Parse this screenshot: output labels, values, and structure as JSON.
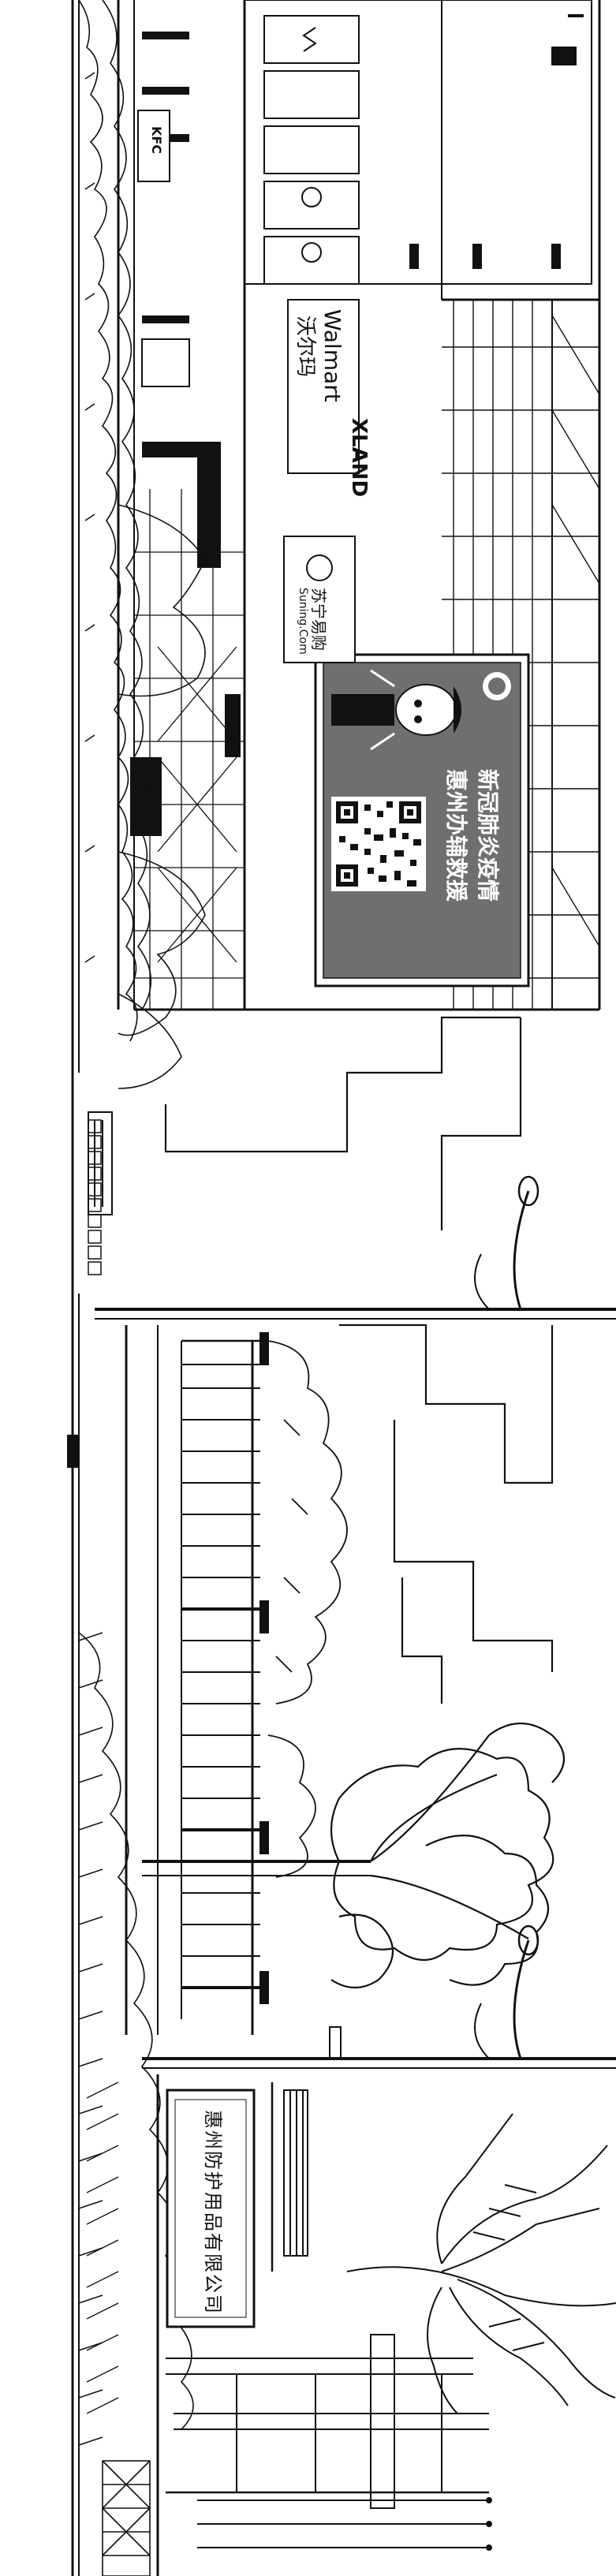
{
  "banner": {
    "line1": "新冠肺炎疫情",
    "line2": "惠州办辅救援"
  },
  "mall_signs": {
    "walmart": "Walmart",
    "walmart_cn": "沃尔玛",
    "xland": "XLAND",
    "suning_cn": "苏宁易购",
    "suning_en": "Suning.Com",
    "kfc": "KFC"
  },
  "company_sign": {
    "name": "惠州防护用品有限公司"
  },
  "colors": {
    "ink": "#111111",
    "board": "#6f6f6f",
    "paper": "#ffffff"
  }
}
